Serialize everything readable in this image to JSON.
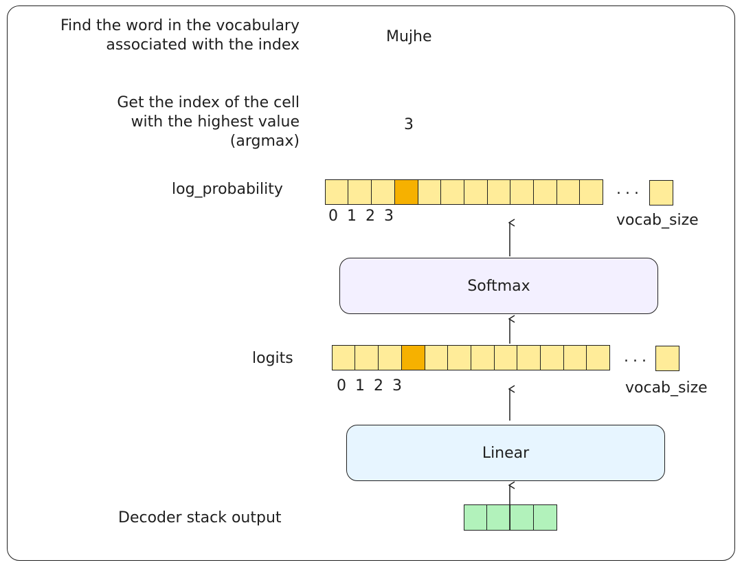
{
  "steps": {
    "lookup_label": "Find the word in the vocabulary\nassociated with the index",
    "lookup_value": "Mujhe",
    "argmax_label": "Get the index of the cell\nwith the highest value\n(argmax)",
    "argmax_value": "3"
  },
  "log_probability": {
    "label": "log_probability",
    "cell_count": 12,
    "highlight_index": 3,
    "indices": [
      "0",
      "1",
      "2",
      "3"
    ],
    "ellipsis": "...",
    "end_label": "vocab_size"
  },
  "softmax": {
    "label": "Softmax"
  },
  "logits": {
    "label": "logits",
    "cell_count": 12,
    "highlight_index": 3,
    "indices": [
      "0",
      "1",
      "2",
      "3"
    ],
    "ellipsis": "...",
    "end_label": "vocab_size"
  },
  "linear": {
    "label": "Linear"
  },
  "decoder": {
    "label": "Decoder stack output",
    "cell_count": 4
  },
  "colors": {
    "cell_fill": "#ffec99",
    "cell_highlight": "#f6b100",
    "softmax_fill": "#f3f0ff",
    "linear_fill": "#e7f5ff",
    "decoder_fill": "#b2f2bb",
    "stroke": "#1e1e1e"
  }
}
